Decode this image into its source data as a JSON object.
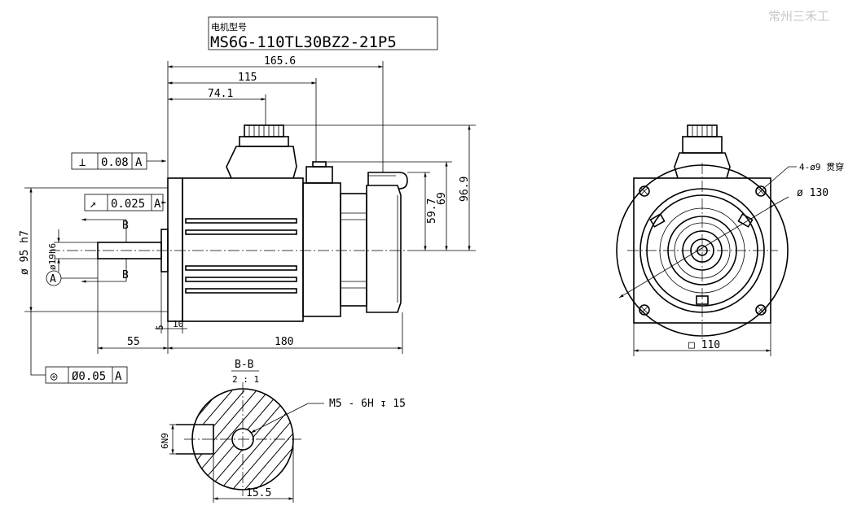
{
  "watermark": "常州三禾工",
  "title_block": {
    "label": "电机型号",
    "model": "MS6G-110TL30BZ2-21P5"
  },
  "dimensions": {
    "overall_length": "165.6",
    "length_115": "115",
    "length_74_1": "74.1",
    "shaft_length": "55",
    "body_length": "180",
    "flange_5": "5",
    "flange_10": "10",
    "height_59_7": "59.7",
    "height_69": "69",
    "height_96_9": "96.9",
    "shaft_dia": "ø19h6",
    "spigot_dia": "ø 95 h7",
    "holes": "4-ø9 贯穿",
    "pcd": "ø 130",
    "square": "□ 110",
    "key_height": "6N9",
    "key_depth": "15.5",
    "thread": "M5 - 6H ↧ 15"
  },
  "tolerances": {
    "perpendicularity": {
      "symbol": "⊥",
      "value": "0.08",
      "datum": "A"
    },
    "runout": {
      "symbol": "↗",
      "value": "0.025",
      "datum": "A"
    },
    "concentricity": {
      "symbol": "◎",
      "value": "Ø0.05",
      "datum": "A"
    }
  },
  "datum_label": "A",
  "section": {
    "title": "B-B",
    "scale": "2 : 1",
    "cut_label": "B"
  }
}
